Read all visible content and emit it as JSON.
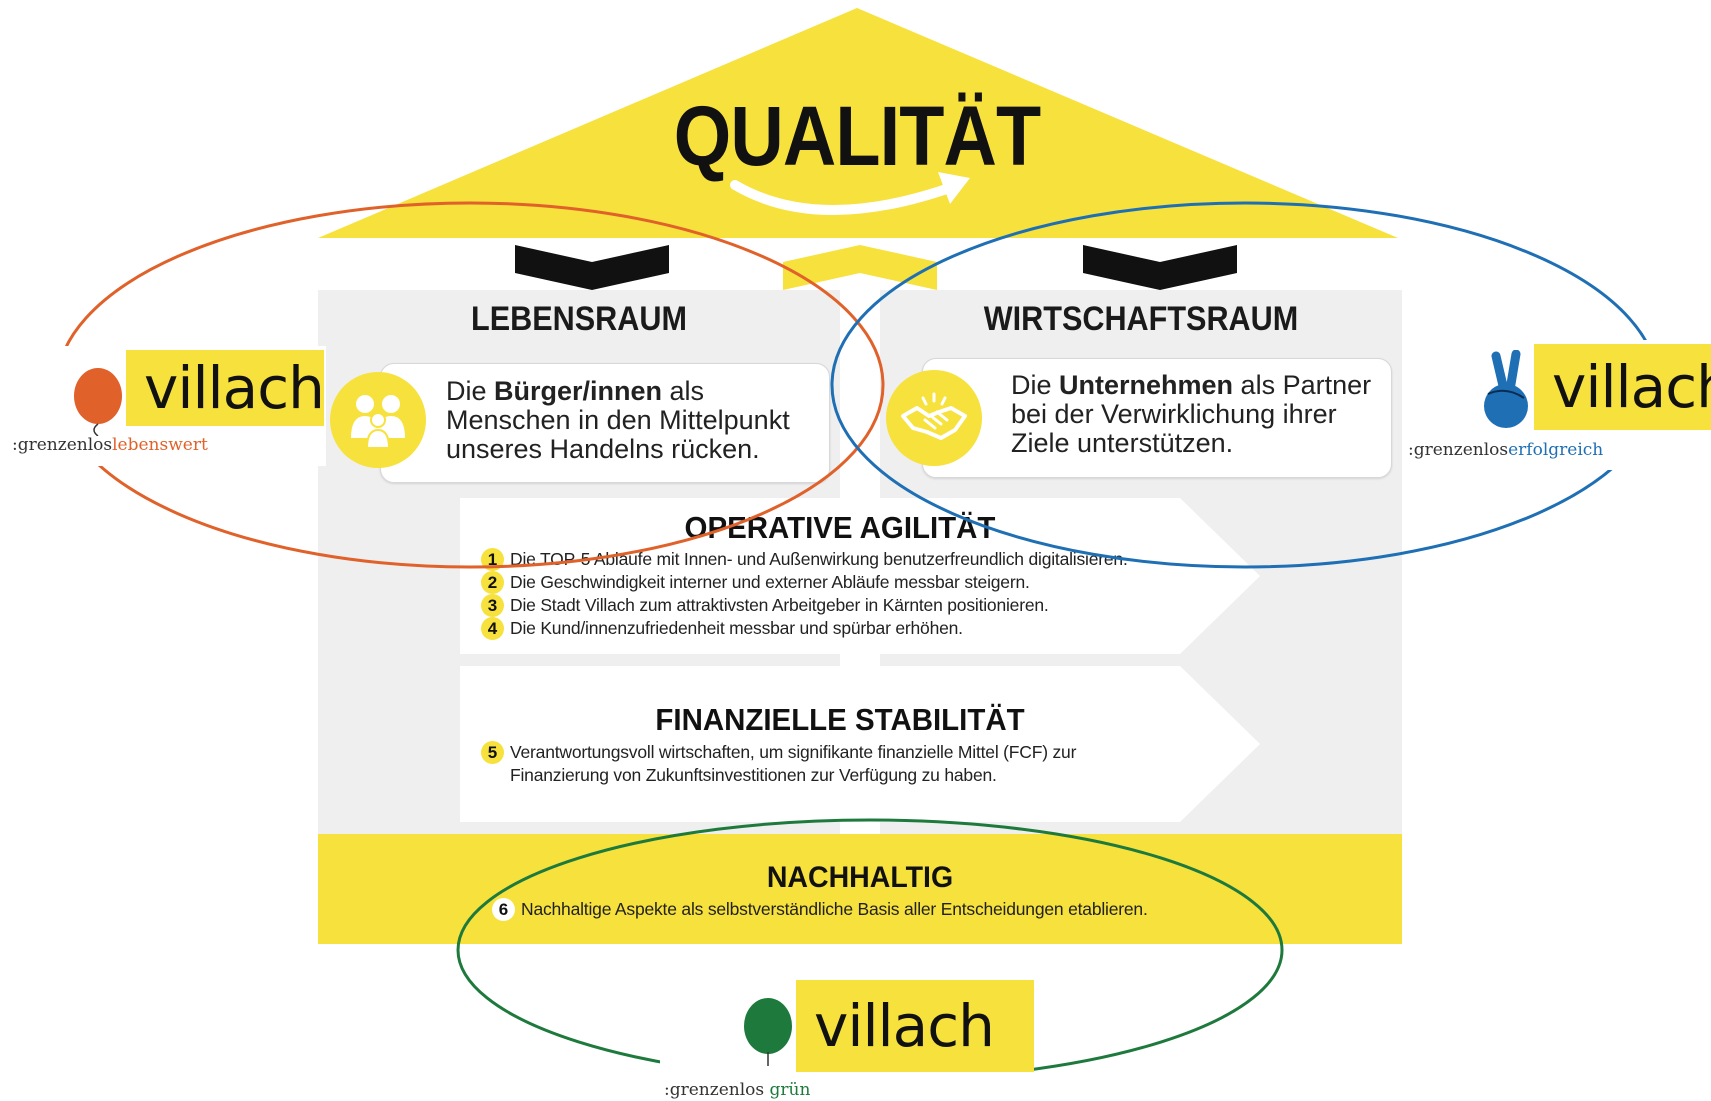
{
  "roof": {
    "title": "QUALITÄT"
  },
  "columns": {
    "left": {
      "title": "LEBENSRAUM",
      "statement_pre": "Die ",
      "statement_bold": "Bürger/innen",
      "statement_post": " als Menschen in den Mittelpunkt unseres Handelns rücken.",
      "icon": "people-icon"
    },
    "right": {
      "title": "WIRTSCHAFTSRAUM",
      "statement_pre": "Die ",
      "statement_bold": "Unternehmen",
      "statement_post": " als Partner bei der Verwirklichung ihrer Ziele unterstützen.",
      "icon": "handshake-icon"
    }
  },
  "operative": {
    "title": "OPERATIVE AGILITÄT",
    "goals": [
      {
        "num": "1",
        "text": "Die TOP-5 Abläufe mit Innen- und Außenwirkung benutzerfreundlich digitalisieren."
      },
      {
        "num": "2",
        "text": "Die Geschwindigkeit interner und externer Abläufe messbar steigern."
      },
      {
        "num": "3",
        "text": "Die Stadt Villach zum attraktivsten Arbeitgeber in Kärnten positionieren."
      },
      {
        "num": "4",
        "text": "Die Kund/innenzufriedenheit messbar und spürbar erhöhen."
      }
    ]
  },
  "finance": {
    "title": "FINANZIELLE STABILITÄT",
    "goal": {
      "num": "5",
      "line1": "Verantwortungsvoll wirtschaften, um signifikante finanzielle Mittel (FCF) zur",
      "line2": "Finanzierung von Zukunftsinvestitionen zur Verfügung zu haben."
    }
  },
  "sustainable": {
    "title": "NACHHALTIG",
    "goal": {
      "num": "6",
      "text": "Nachhaltige Aspekte als selbstverständliche Basis aller Entscheidungen etablieren."
    }
  },
  "logos": {
    "left": {
      "word": "villach",
      "prefix": ":grenzenlos",
      "suffix": "lebenswert",
      "color": "#e0612a"
    },
    "right": {
      "word": "villach",
      "prefix": ":grenzenlos",
      "suffix": "erfolgreich",
      "color": "#1f6fb5"
    },
    "bottom": {
      "word": "villach",
      "prefix": ":grenzenlos",
      "suffix": "grün",
      "color": "#1e7a3c"
    }
  },
  "colors": {
    "yellow": "#f7e13c",
    "panel_grey": "#efefef",
    "orange": "#e0612a",
    "blue": "#1f6fb5",
    "green": "#1e7a3c",
    "chevron": "#111111"
  }
}
